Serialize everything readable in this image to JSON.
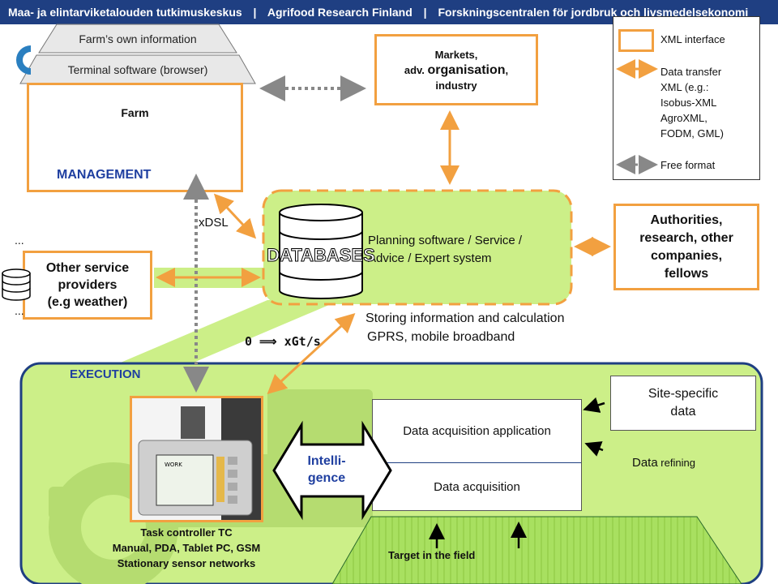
{
  "header": {
    "part1": "Maa- ja elintarviketalouden tutkimuskeskus",
    "separator": "|",
    "part2": "Agrifood Research Finland",
    "part3": "Forskningscentralen för jordbruk och livsmedelsekonomi"
  },
  "farm": {
    "own_info": "Farm’s own information",
    "terminal": "Terminal software (browser)",
    "title": "Farm",
    "management": "MANAGEMENT"
  },
  "markets": {
    "line1": "Markets,",
    "line2_prefix": "adv. ",
    "line2_big": "organisation",
    "line2_suffix": ",",
    "line3": "industry"
  },
  "legend": {
    "xml_interface": "XML interface",
    "data_transfer": [
      "Data transfer",
      "XML (e.g.:",
      "Isobus-XML",
      "AgroXML,",
      "FODM, GML)"
    ],
    "free_format": "Free format"
  },
  "labels": {
    "xdsl": "xDSL",
    "ellipsis_top": "...",
    "ellipsis_bottom": "...",
    "speed": "0 ⟹ xGt/s",
    "storing": "Storing information and calculation",
    "gprs": "GPRS, mobile broadband"
  },
  "planning": {
    "db_label": "DATABASES",
    "line1": "Planning software / Service /",
    "line2": "Advice / Expert system"
  },
  "authorities": {
    "line1": "Authorities,",
    "line2": "research, other",
    "line3": "companies,",
    "line4": "fellows"
  },
  "other_providers": {
    "line1": "Other service",
    "line2": "providers",
    "line3": "(e.g weather)"
  },
  "execution": {
    "title": "EXECUTION",
    "site_specific": [
      "Site-specific",
      "data"
    ],
    "acq_app": "Data acquisition application",
    "acq": "Data acquisition",
    "refining_big": "Data",
    "refining_small": " refining",
    "intelligence": [
      "Intelli-",
      "gence"
    ],
    "tc_lines": [
      "Task controller TC",
      "Manual, PDA, Tablet PC, GSM",
      "Stationary sensor networks"
    ],
    "target": "Target in the field",
    "device_label": "WORK"
  },
  "colors": {
    "navy": "#1f3f82",
    "orange": "#f2a040",
    "green": "#ccef88",
    "gray": "#888888"
  }
}
